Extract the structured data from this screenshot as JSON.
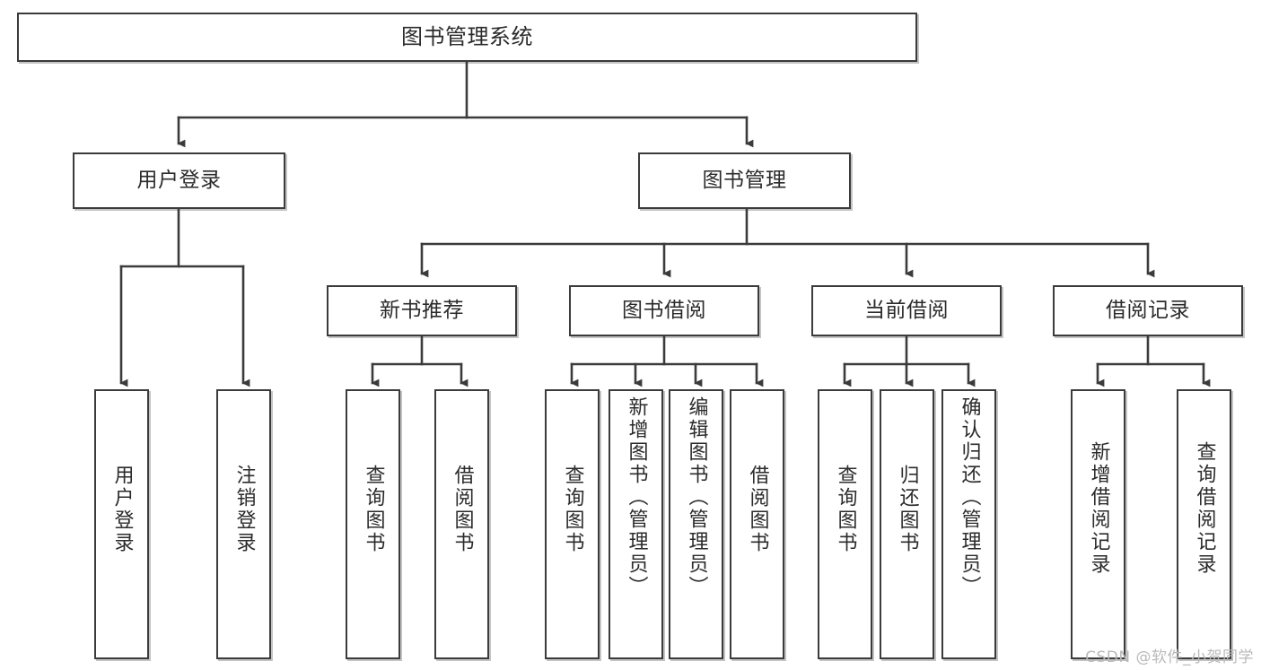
{
  "diagram": {
    "title": "图书管理系统",
    "root": {
      "id": "root",
      "label": "图书管理系统"
    },
    "level1": [
      {
        "id": "user-login",
        "label": "用户登录"
      },
      {
        "id": "book-manage",
        "label": "图书管理"
      }
    ],
    "level2": [
      {
        "id": "new-book-recommend",
        "label": "新书推荐"
      },
      {
        "id": "book-borrow",
        "label": "图书借阅"
      },
      {
        "id": "current-borrow",
        "label": "当前借阅"
      },
      {
        "id": "borrow-record",
        "label": "借阅记录"
      }
    ],
    "leaves": {
      "user_login": [
        {
          "id": "leaf-user-login",
          "label": "用户登录"
        },
        {
          "id": "leaf-user-logout",
          "label": "注销登录"
        }
      ],
      "new_book_recommend": [
        {
          "id": "leaf-query-book-1",
          "label": "查询图书"
        },
        {
          "id": "leaf-borrow-book-1",
          "label": "借阅图书"
        }
      ],
      "book_borrow": [
        {
          "id": "leaf-query-book-2",
          "label": "查询图书"
        },
        {
          "id": "leaf-add-book",
          "label": "新增图书（管理员）"
        },
        {
          "id": "leaf-edit-book",
          "label": "编辑图书（管理员）"
        },
        {
          "id": "leaf-borrow-book-2",
          "label": "借阅图书"
        }
      ],
      "current_borrow": [
        {
          "id": "leaf-query-book-3",
          "label": "查询图书"
        },
        {
          "id": "leaf-return-book",
          "label": "归还图书"
        },
        {
          "id": "leaf-confirm-return",
          "label": "确认归还（管理员）"
        }
      ],
      "borrow_record": [
        {
          "id": "leaf-add-record",
          "label": "新增借阅记录"
        },
        {
          "id": "leaf-query-record",
          "label": "查询借阅记录"
        }
      ]
    },
    "watermark": "CSDN @软件_小贺同学",
    "colors": {
      "stroke": "#3b3b3b",
      "text": "#2b2b2b",
      "background": "#ffffff",
      "watermark": "#b9b9b9"
    }
  }
}
